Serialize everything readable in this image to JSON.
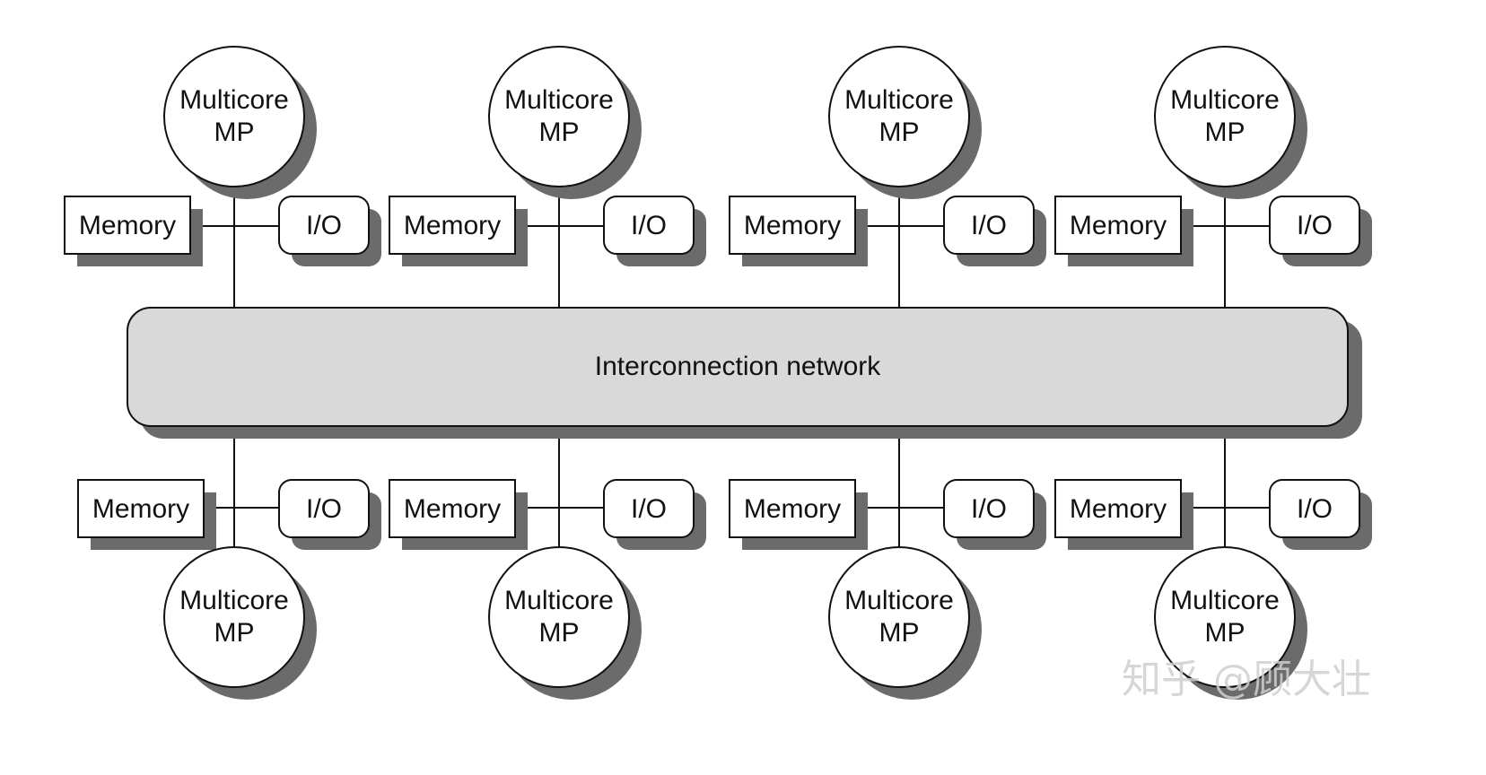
{
  "diagram": {
    "node_label_line1": "Multicore",
    "node_label_line2": "MP",
    "memory_label": "Memory",
    "io_label": "I/O",
    "network_label": "Interconnection network",
    "node_count": 8
  },
  "watermark": {
    "text": "知乎 @顾大壮"
  },
  "colors": {
    "network_fill": "#d9d9d9",
    "shadow": "#6b6b6b",
    "stroke": "#111111",
    "box_fill": "#ffffff"
  }
}
